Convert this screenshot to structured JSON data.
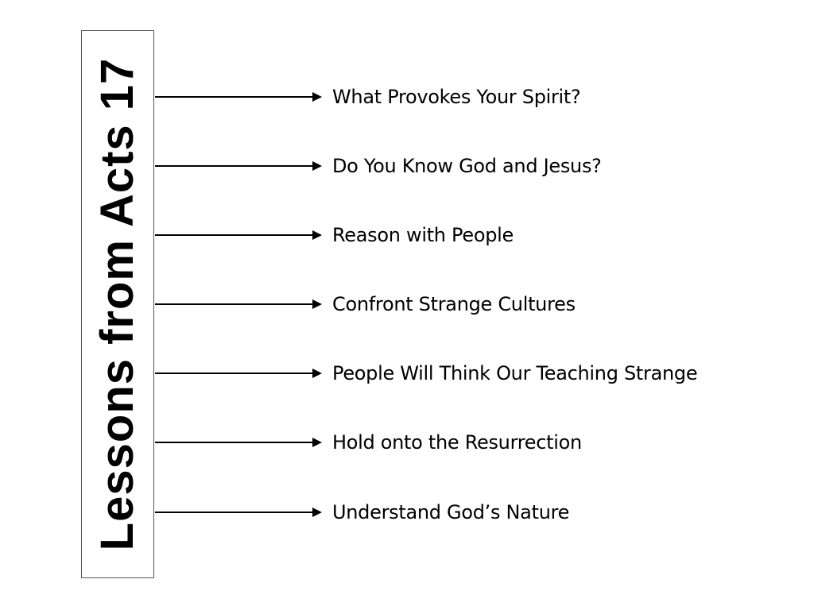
{
  "slide": {
    "title": "Lessons from Acts 17",
    "background_color": "#ffffff",
    "text_color": "#000000",
    "border_color": "#555555"
  },
  "branches": [
    {
      "label": "What Provokes Your Spirit?",
      "icon": "arrow-right-icon"
    },
    {
      "label": "Do You Know God and Jesus?",
      "icon": "arrow-right-icon"
    },
    {
      "label": "Reason with People",
      "icon": "arrow-right-icon"
    },
    {
      "label": "Confront Strange Cultures",
      "icon": "arrow-right-icon"
    },
    {
      "label": "People Will Think Our Teaching Strange",
      "icon": "arrow-right-icon"
    },
    {
      "label": "Hold onto the Resurrection",
      "icon": "arrow-right-icon"
    },
    {
      "label": "Understand God’s Nature",
      "icon": "arrow-right-icon"
    }
  ]
}
